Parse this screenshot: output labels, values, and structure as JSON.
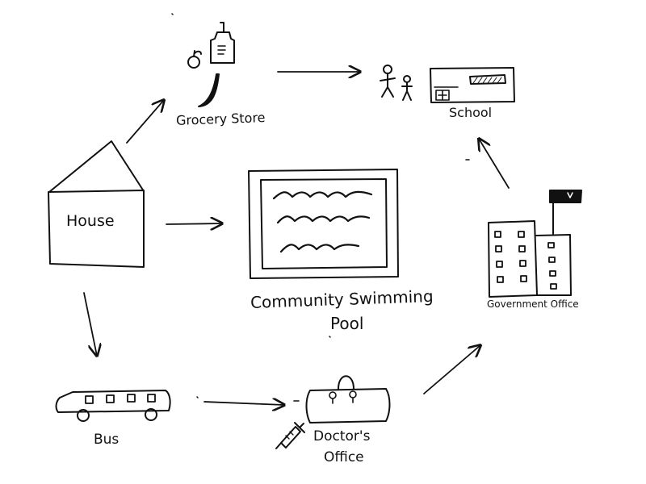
{
  "diagram": {
    "nodes": [
      {
        "id": "grocery",
        "label": "Grocery Store"
      },
      {
        "id": "school",
        "label": "School"
      },
      {
        "id": "house",
        "label": "House"
      },
      {
        "id": "pool",
        "label_lines": [
          "Community Swimming",
          "Pool"
        ]
      },
      {
        "id": "government",
        "label": "Government Office"
      },
      {
        "id": "bus",
        "label": "Bus"
      },
      {
        "id": "doctor",
        "label_lines": [
          "Doctor's",
          "Office"
        ]
      }
    ],
    "edges": [
      {
        "from": "house",
        "to": "grocery"
      },
      {
        "from": "grocery",
        "to": "school"
      },
      {
        "from": "house",
        "to": "pool"
      },
      {
        "from": "house",
        "to": "bus"
      },
      {
        "from": "bus",
        "to": "doctor"
      },
      {
        "from": "doctor",
        "to": "government"
      },
      {
        "from": "government",
        "to": "school"
      }
    ],
    "colors": {
      "ink": "#111111",
      "background": "#ffffff"
    }
  }
}
